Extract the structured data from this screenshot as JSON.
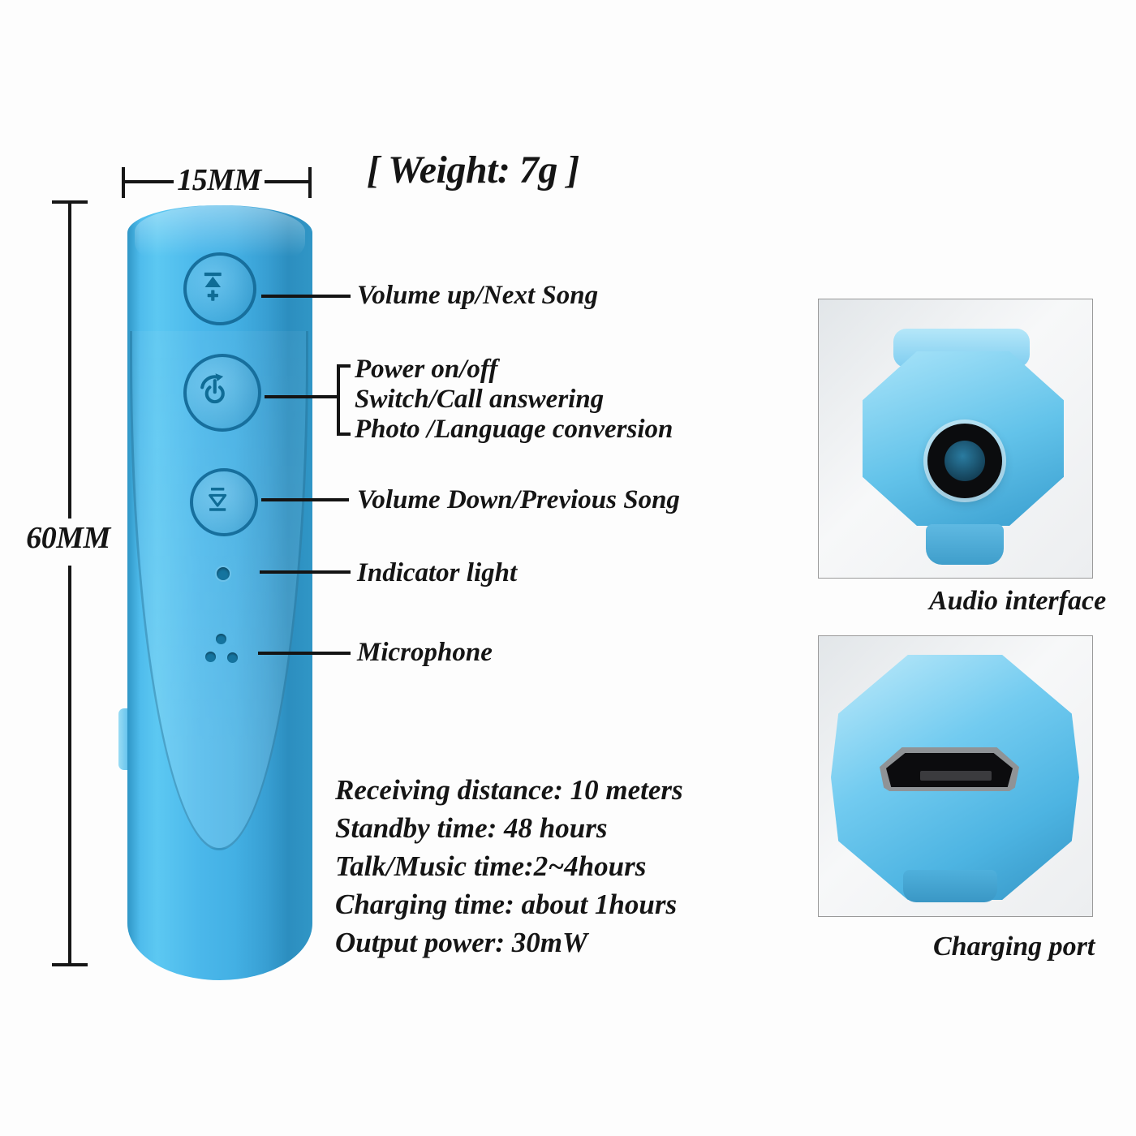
{
  "product": {
    "width_label": "15MM",
    "height_label": "60MM",
    "weight_label": "[ Weight: 7g ]"
  },
  "annotations": {
    "volume_up": "Volume up/Next Song",
    "power_line1": "Power on/off",
    "power_line2": "Switch/Call answering",
    "power_line3": "Photo /Language conversion",
    "volume_down": "Volume Down/Previous Song",
    "indicator": "Indicator light",
    "microphone": "Microphone"
  },
  "specs": [
    "Receiving distance: 10 meters",
    "Standby time: 48 hours",
    "Talk/Music time:2~4hours",
    "Charging time: about 1hours",
    "Output power: 30mW"
  ],
  "panels": {
    "audio_caption": "Audio interface",
    "charging_caption": "Charging port"
  },
  "colors": {
    "device_blue": "#45b4e8",
    "device_blue_dark": "#2e92c2",
    "button_icon_blue": "#0f6c96",
    "annotation_black": "#141414",
    "photo_device_blue": "#63c3ea"
  }
}
